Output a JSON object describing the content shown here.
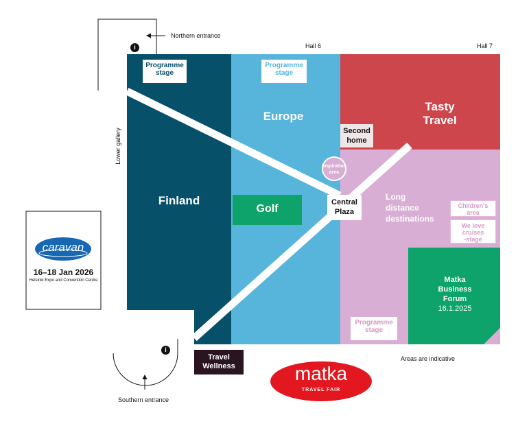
{
  "labels": {
    "northern_entrance": "Northern entrance",
    "southern_entrance": "Southern entrance",
    "hall6": "Hall 6",
    "hall7": "Hall 7",
    "lower_gallery": "Lower gallery",
    "areas_indicative": "Areas are indicative",
    "info": "i"
  },
  "zones": {
    "finland": "Finland",
    "europe": "Europe",
    "golf": "Golf",
    "tasty_travel_line1": "Tasty",
    "tasty_travel_line2": "Travel",
    "second_home_line1": "Second",
    "second_home_line2": "home",
    "central_plaza_line1": "Central",
    "central_plaza_line2": "Plaza",
    "inspiration_line1": "Inspiration",
    "inspiration_line2": "area",
    "long_distance_line1": "Long",
    "long_distance_line2": "distance",
    "long_distance_line3": "destinations",
    "childrens_line1": "Children's",
    "childrens_line2": "area",
    "cruises_line1": "We love",
    "cruises_line2": "cruises",
    "cruises_line3": "-stage",
    "programme_stage_line1": "Programme",
    "programme_stage_line2": "stage",
    "matka_forum_line1": "Matka",
    "matka_forum_line2": "Business",
    "matka_forum_line3": "Forum",
    "matka_forum_date": "16.1.2025",
    "travel_wellness_line1": "Travel",
    "travel_wellness_line2": "Wellness"
  },
  "caravan": {
    "logo_text": "caravan",
    "dates": "16–18 Jan 2026",
    "venue": "Helsinki Expo and Convention Centre"
  },
  "matka": {
    "logo_text": "matka",
    "tagline": "TRAVEL FAIR"
  },
  "colors": {
    "finland": "#06506a",
    "europe": "#57b5dc",
    "tasty_travel": "#cc464b",
    "long_distance": "#d8aed4",
    "golf": "#0ea36b",
    "matka_forum": "#0ea36b",
    "travel_wellness": "#2a1420",
    "matka_logo": "#e2171f",
    "caravan_logo": "#1767b3"
  }
}
